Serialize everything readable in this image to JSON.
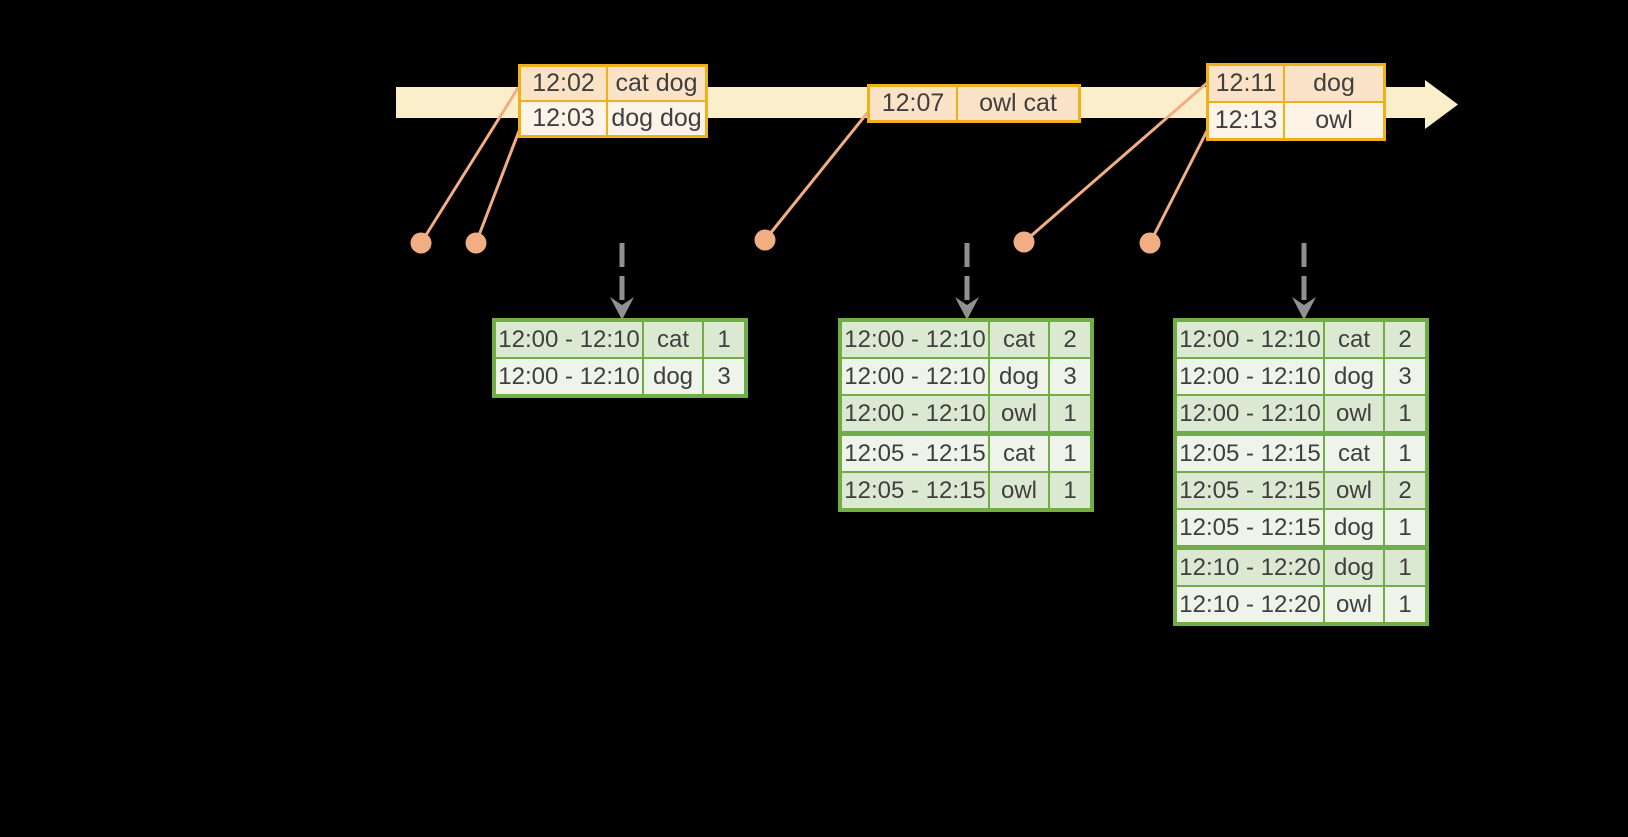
{
  "colors": {
    "background": "#000000",
    "timeline_fill": "#FBEFCB",
    "event_table_border": "#F0B01A",
    "event_cell_peach": "#FAE3C6",
    "event_cell_cream": "#FDF4E7",
    "result_table_border": "#70AD47",
    "result_cell_tint": "#DCE9D2",
    "result_cell_plain": "#EFF4EA",
    "connector_salmon": "#F2AE83",
    "trigger_arrow_gray": "#909090",
    "text": "#3F3F3F"
  },
  "event_tables": [
    {
      "rows": [
        {
          "time": "12:02",
          "words": "cat dog"
        },
        {
          "time": "12:03",
          "words": "dog dog"
        }
      ]
    },
    {
      "rows": [
        {
          "time": "12:07",
          "words": "owl cat"
        }
      ]
    },
    {
      "rows": [
        {
          "time": "12:11",
          "words": "dog"
        },
        {
          "time": "12:13",
          "words": "owl"
        }
      ]
    }
  ],
  "result_tables": [
    {
      "rows": [
        {
          "window": "12:00 - 12:10",
          "word": "cat",
          "count": "1"
        },
        {
          "window": "12:00 - 12:10",
          "word": "dog",
          "count": "3"
        }
      ]
    },
    {
      "rows": [
        {
          "window": "12:00 - 12:10",
          "word": "cat",
          "count": "2"
        },
        {
          "window": "12:00 - 12:10",
          "word": "dog",
          "count": "3"
        },
        {
          "window": "12:00 - 12:10",
          "word": "owl",
          "count": "1"
        },
        {
          "window": "12:05 - 12:15",
          "word": "cat",
          "count": "1"
        },
        {
          "window": "12:05 - 12:15",
          "word": "owl",
          "count": "1"
        }
      ]
    },
    {
      "rows": [
        {
          "window": "12:00 - 12:10",
          "word": "cat",
          "count": "2"
        },
        {
          "window": "12:00 - 12:10",
          "word": "dog",
          "count": "3"
        },
        {
          "window": "12:00 - 12:10",
          "word": "owl",
          "count": "1"
        },
        {
          "window": "12:05 - 12:15",
          "word": "cat",
          "count": "1"
        },
        {
          "window": "12:05 - 12:15",
          "word": "owl",
          "count": "2"
        },
        {
          "window": "12:05 - 12:15",
          "word": "dog",
          "count": "1"
        },
        {
          "window": "12:10 - 12:20",
          "word": "dog",
          "count": "1"
        },
        {
          "window": "12:10 - 12:20",
          "word": "owl",
          "count": "1"
        }
      ]
    }
  ]
}
